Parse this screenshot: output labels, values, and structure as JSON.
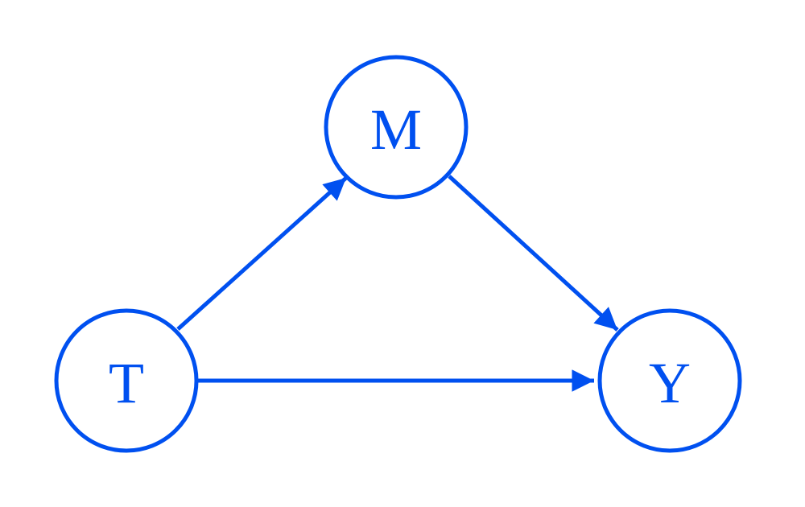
{
  "diagram": {
    "color": "#0050f0",
    "nodes": {
      "mediator": {
        "label": "M"
      },
      "treatment": {
        "label": "T"
      },
      "outcome": {
        "label": "Y"
      }
    },
    "edges": [
      {
        "from": "T",
        "to": "M"
      },
      {
        "from": "M",
        "to": "Y"
      },
      {
        "from": "T",
        "to": "Y"
      }
    ]
  }
}
